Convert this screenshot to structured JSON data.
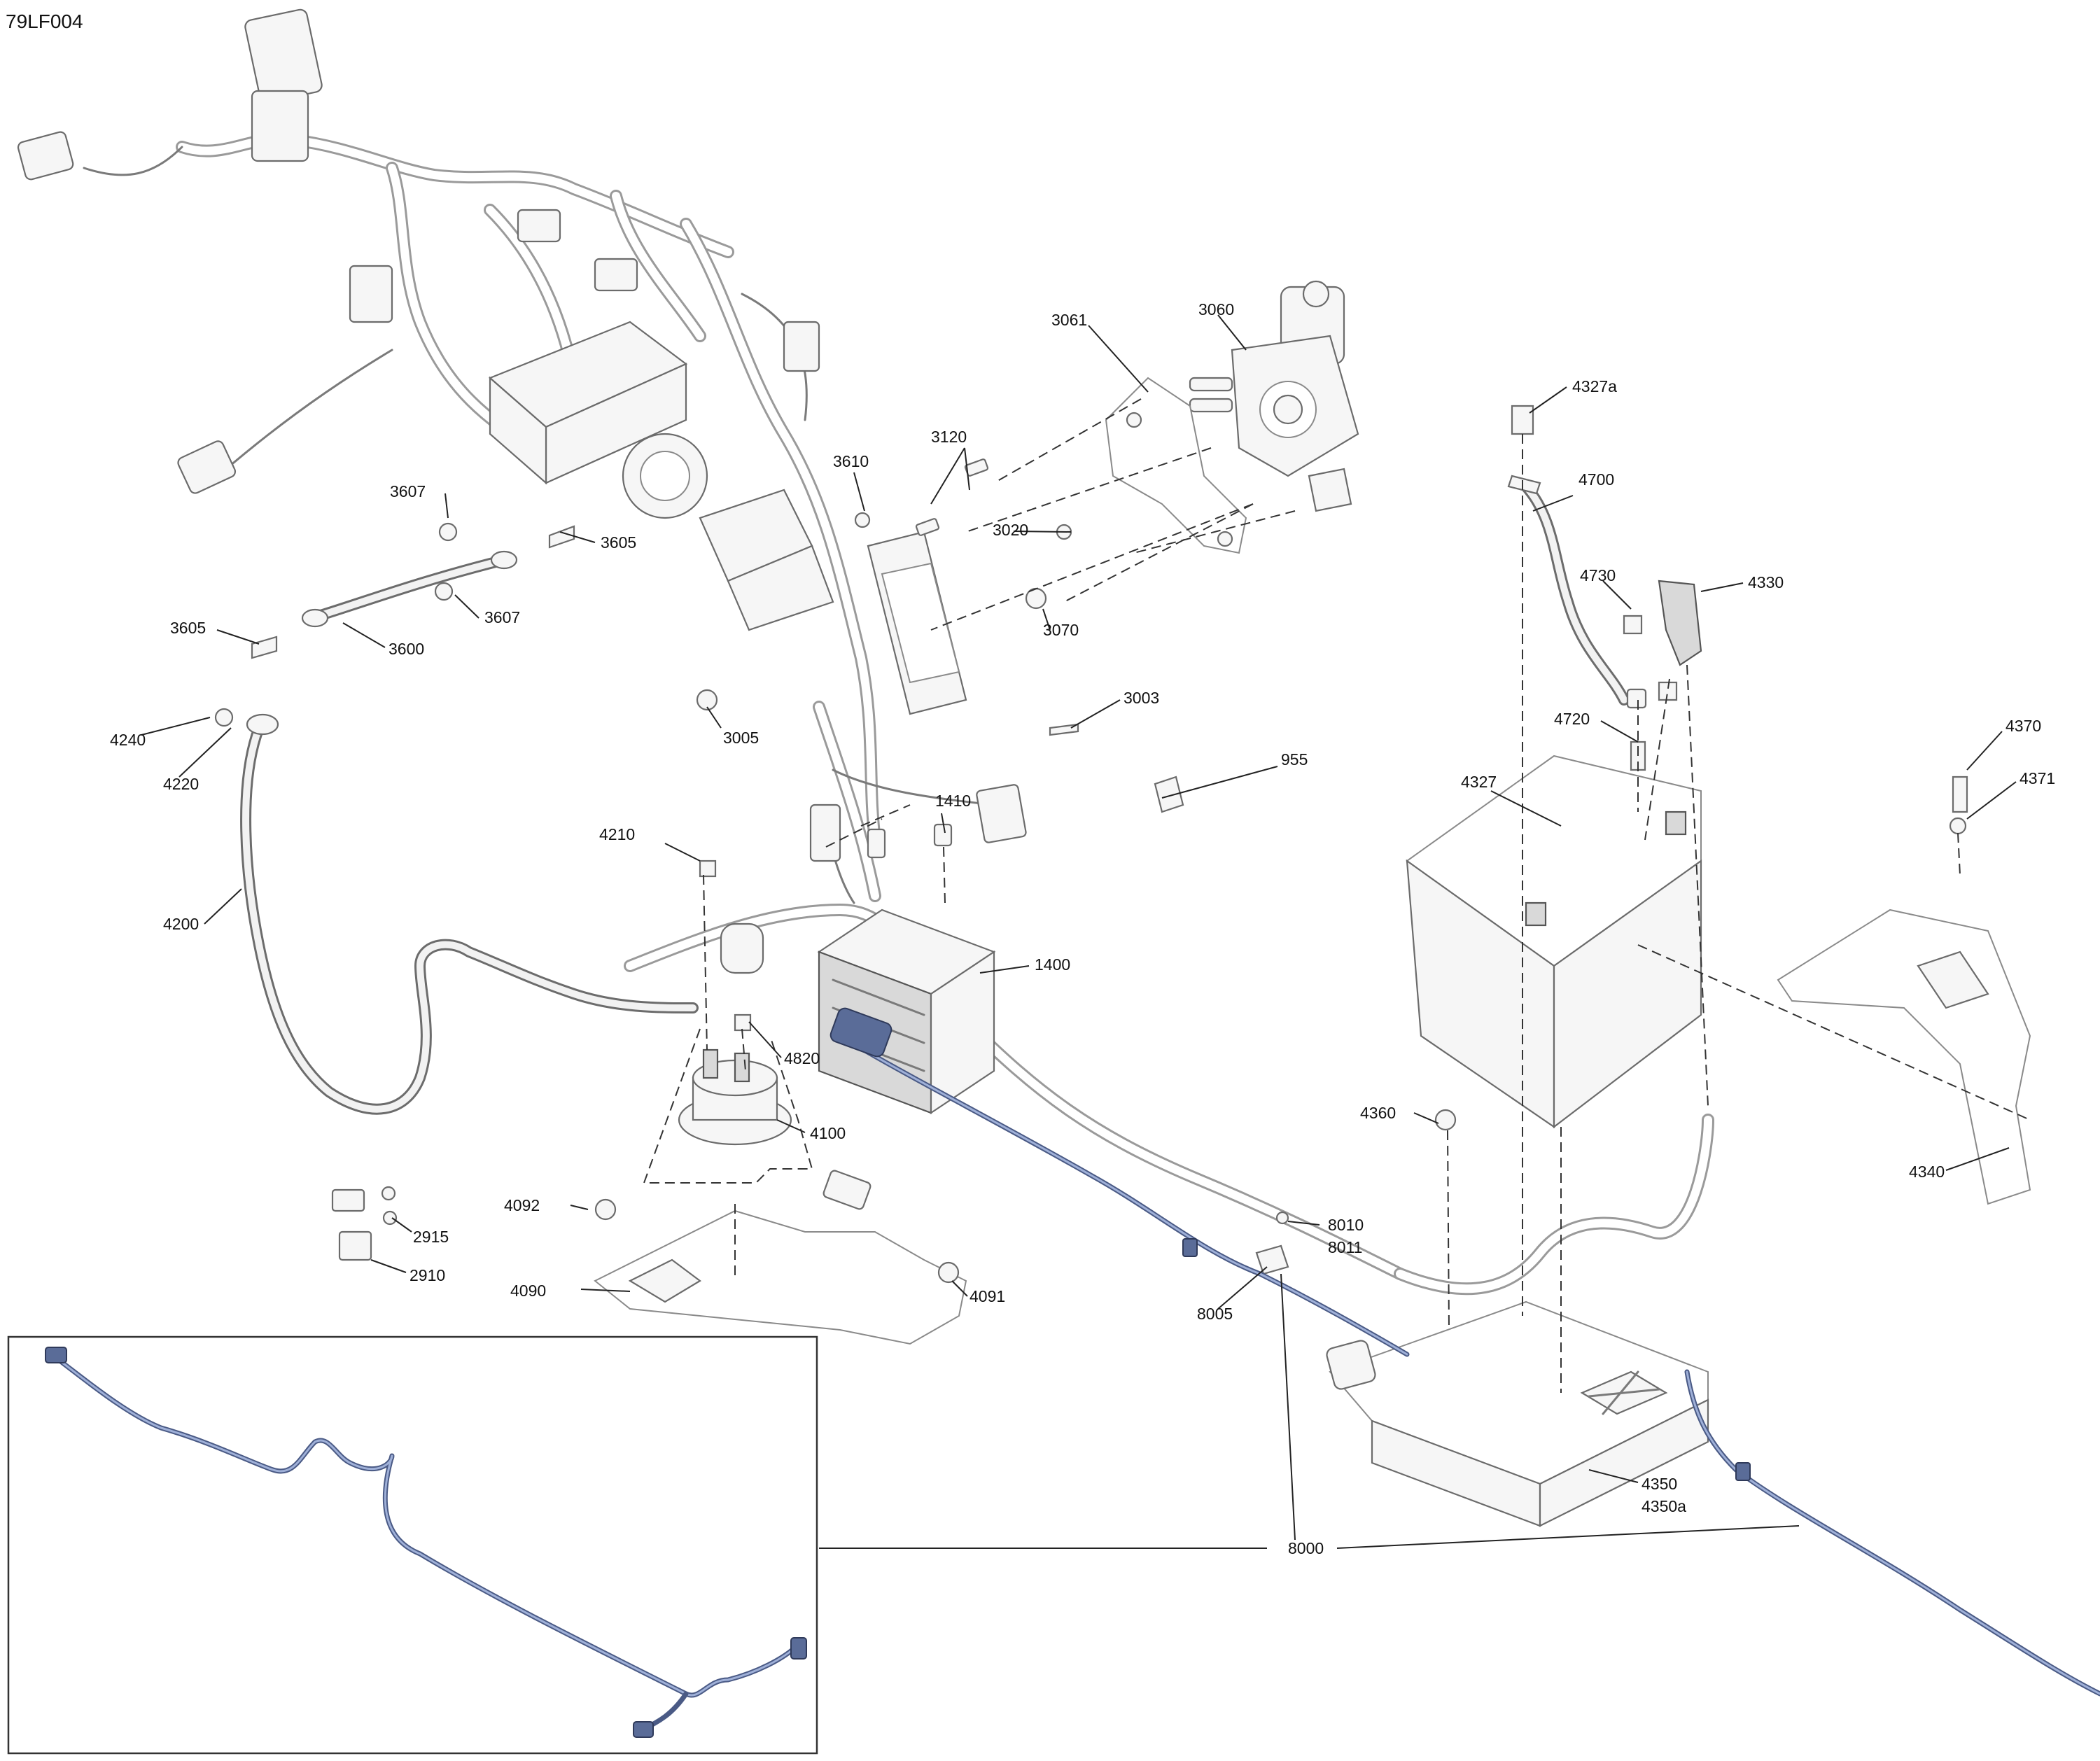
{
  "figure_id": "79LF004",
  "callouts": {
    "c3061": "3061",
    "c3060": "3060",
    "c4327a": "4327a",
    "c3120": "3120",
    "c3610": "3610",
    "c4700": "4700",
    "c3607a": "3607",
    "c3605a": "3605",
    "c3020": "3020",
    "c4730": "4730",
    "c4330": "4330",
    "c3607b": "3607",
    "c3605b": "3605",
    "c3070": "3070",
    "c3600": "3600",
    "c3003": "3003",
    "c4720": "4720",
    "c4370": "4370",
    "c4240": "4240",
    "c3005": "3005",
    "c4220": "4220",
    "c955": "955",
    "c4371": "4371",
    "c4327": "4327",
    "c1410": "1410",
    "c4210": "4210",
    "c4200": "4200",
    "c1400": "1400",
    "c4820": "4820",
    "c4360": "4360",
    "c4100": "4100",
    "c4340": "4340",
    "c4092": "4092",
    "c2915": "2915",
    "c8010": "8010",
    "c8011": "8011",
    "c2910": "2910",
    "c4090": "4090",
    "c4091": "4091",
    "c8005": "8005",
    "c4350": "4350",
    "c4350a": "4350a",
    "c8000": "8000"
  }
}
